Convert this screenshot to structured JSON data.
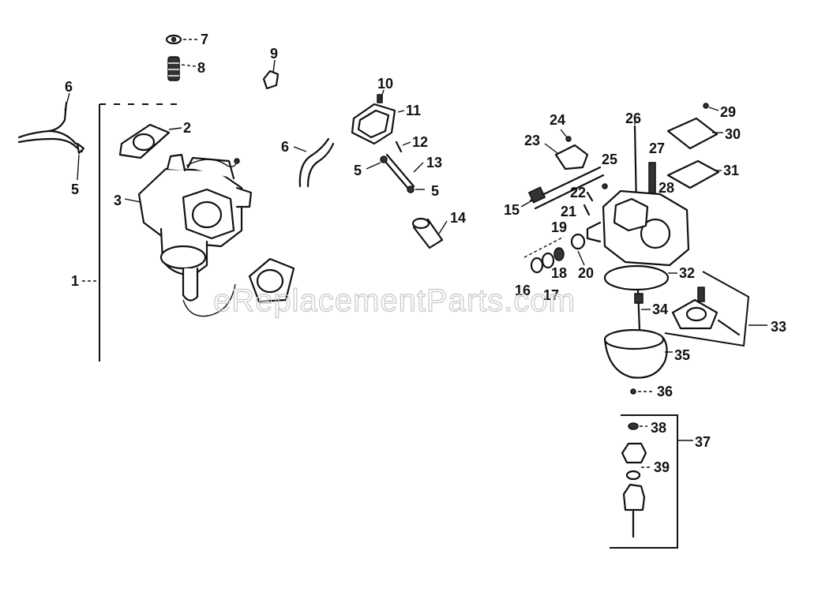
{
  "watermark": "eReplacementParts.com",
  "callouts": [
    {
      "id": "c1",
      "text": "1"
    },
    {
      "id": "c2",
      "text": "2"
    },
    {
      "id": "c3",
      "text": "3"
    },
    {
      "id": "c5a",
      "text": "5"
    },
    {
      "id": "c5b",
      "text": "5"
    },
    {
      "id": "c5c",
      "text": "5"
    },
    {
      "id": "c6a",
      "text": "6"
    },
    {
      "id": "c6b",
      "text": "6"
    },
    {
      "id": "c7",
      "text": "7"
    },
    {
      "id": "c8",
      "text": "8"
    },
    {
      "id": "c9",
      "text": "9"
    },
    {
      "id": "c10",
      "text": "10"
    },
    {
      "id": "c11",
      "text": "11"
    },
    {
      "id": "c12",
      "text": "12"
    },
    {
      "id": "c13",
      "text": "13"
    },
    {
      "id": "c14",
      "text": "14"
    },
    {
      "id": "c15",
      "text": "15"
    },
    {
      "id": "c16",
      "text": "16"
    },
    {
      "id": "c17",
      "text": "17"
    },
    {
      "id": "c18",
      "text": "18"
    },
    {
      "id": "c19",
      "text": "19"
    },
    {
      "id": "c20",
      "text": "20"
    },
    {
      "id": "c21",
      "text": "21"
    },
    {
      "id": "c22",
      "text": "22"
    },
    {
      "id": "c23",
      "text": "23"
    },
    {
      "id": "c24",
      "text": "24"
    },
    {
      "id": "c25",
      "text": "25"
    },
    {
      "id": "c26",
      "text": "26"
    },
    {
      "id": "c27",
      "text": "27"
    },
    {
      "id": "c28",
      "text": "28"
    },
    {
      "id": "c29",
      "text": "29"
    },
    {
      "id": "c30",
      "text": "30"
    },
    {
      "id": "c31",
      "text": "31"
    },
    {
      "id": "c32",
      "text": "32"
    },
    {
      "id": "c33",
      "text": "33"
    },
    {
      "id": "c34",
      "text": "34"
    },
    {
      "id": "c35",
      "text": "35"
    },
    {
      "id": "c36",
      "text": "36"
    },
    {
      "id": "c37",
      "text": "37"
    },
    {
      "id": "c38",
      "text": "38"
    },
    {
      "id": "c39",
      "text": "39"
    }
  ]
}
